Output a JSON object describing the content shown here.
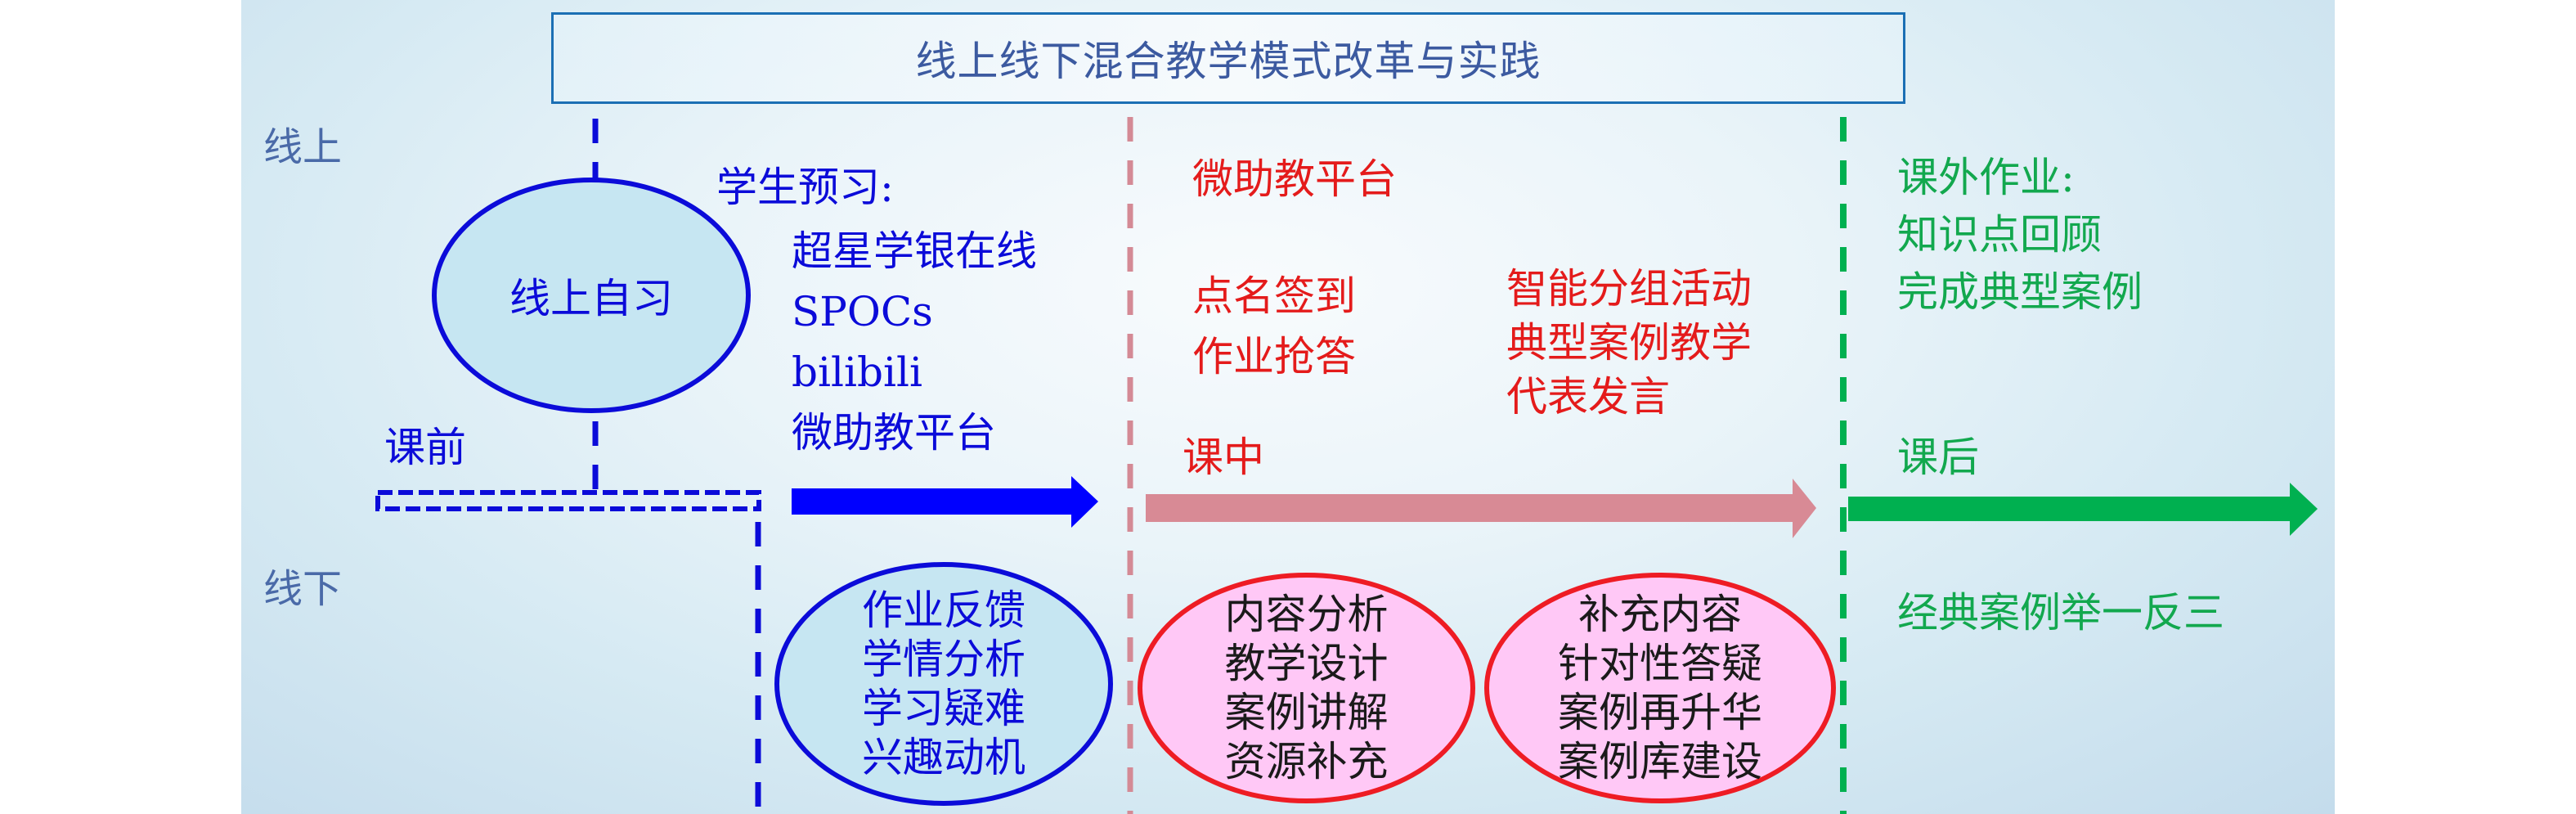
{
  "title": "线上线下混合教学模式改革与实践",
  "side_labels": {
    "online": "线上",
    "offline": "线下"
  },
  "phases": {
    "before": {
      "label": "课前",
      "color": "#0b0bd9",
      "online_ellipse": "线上自习",
      "preview_heading": "学生预习:",
      "preview_platforms": [
        "超星学银在线",
        "SPOCs",
        "bilibili",
        "微助教平台"
      ],
      "offline_ellipse": [
        "作业反馈",
        "学情分析",
        "学习疑难",
        "兴趣动机"
      ]
    },
    "during": {
      "label": "课中",
      "color": "#e41b1b",
      "arrow_color": "#d88a95",
      "platform": "微助教平台",
      "activities_left": [
        "点名签到",
        "作业抢答"
      ],
      "activities_right": [
        "智能分组活动",
        "典型案例教学",
        "代表发言"
      ],
      "offline_ellipse_1": [
        "内容分析",
        "教学设计",
        "案例讲解",
        "资源补充"
      ],
      "offline_ellipse_2": [
        "补充内容",
        "针对性答疑",
        "案例再升华",
        "案例库建设"
      ]
    },
    "after": {
      "label": "课后",
      "color": "#12a84e",
      "arrow_color": "#00b050",
      "homework_heading": "课外作业:",
      "homework_items": [
        "知识点回顾",
        "完成典型案例"
      ],
      "offline_text": "经典案例举一反三"
    }
  },
  "colors": {
    "title_border": "#1b6fb4",
    "title_text": "#3c5aa0",
    "side_label": "#4a6aa8",
    "blue": "#0b0bd9",
    "red": "#e41b1b",
    "pink_line": "#d48a95",
    "green": "#00b050",
    "ellipse_blue_fill": "#c6e6f2",
    "ellipse_pink_fill": "#ffc8f6"
  }
}
